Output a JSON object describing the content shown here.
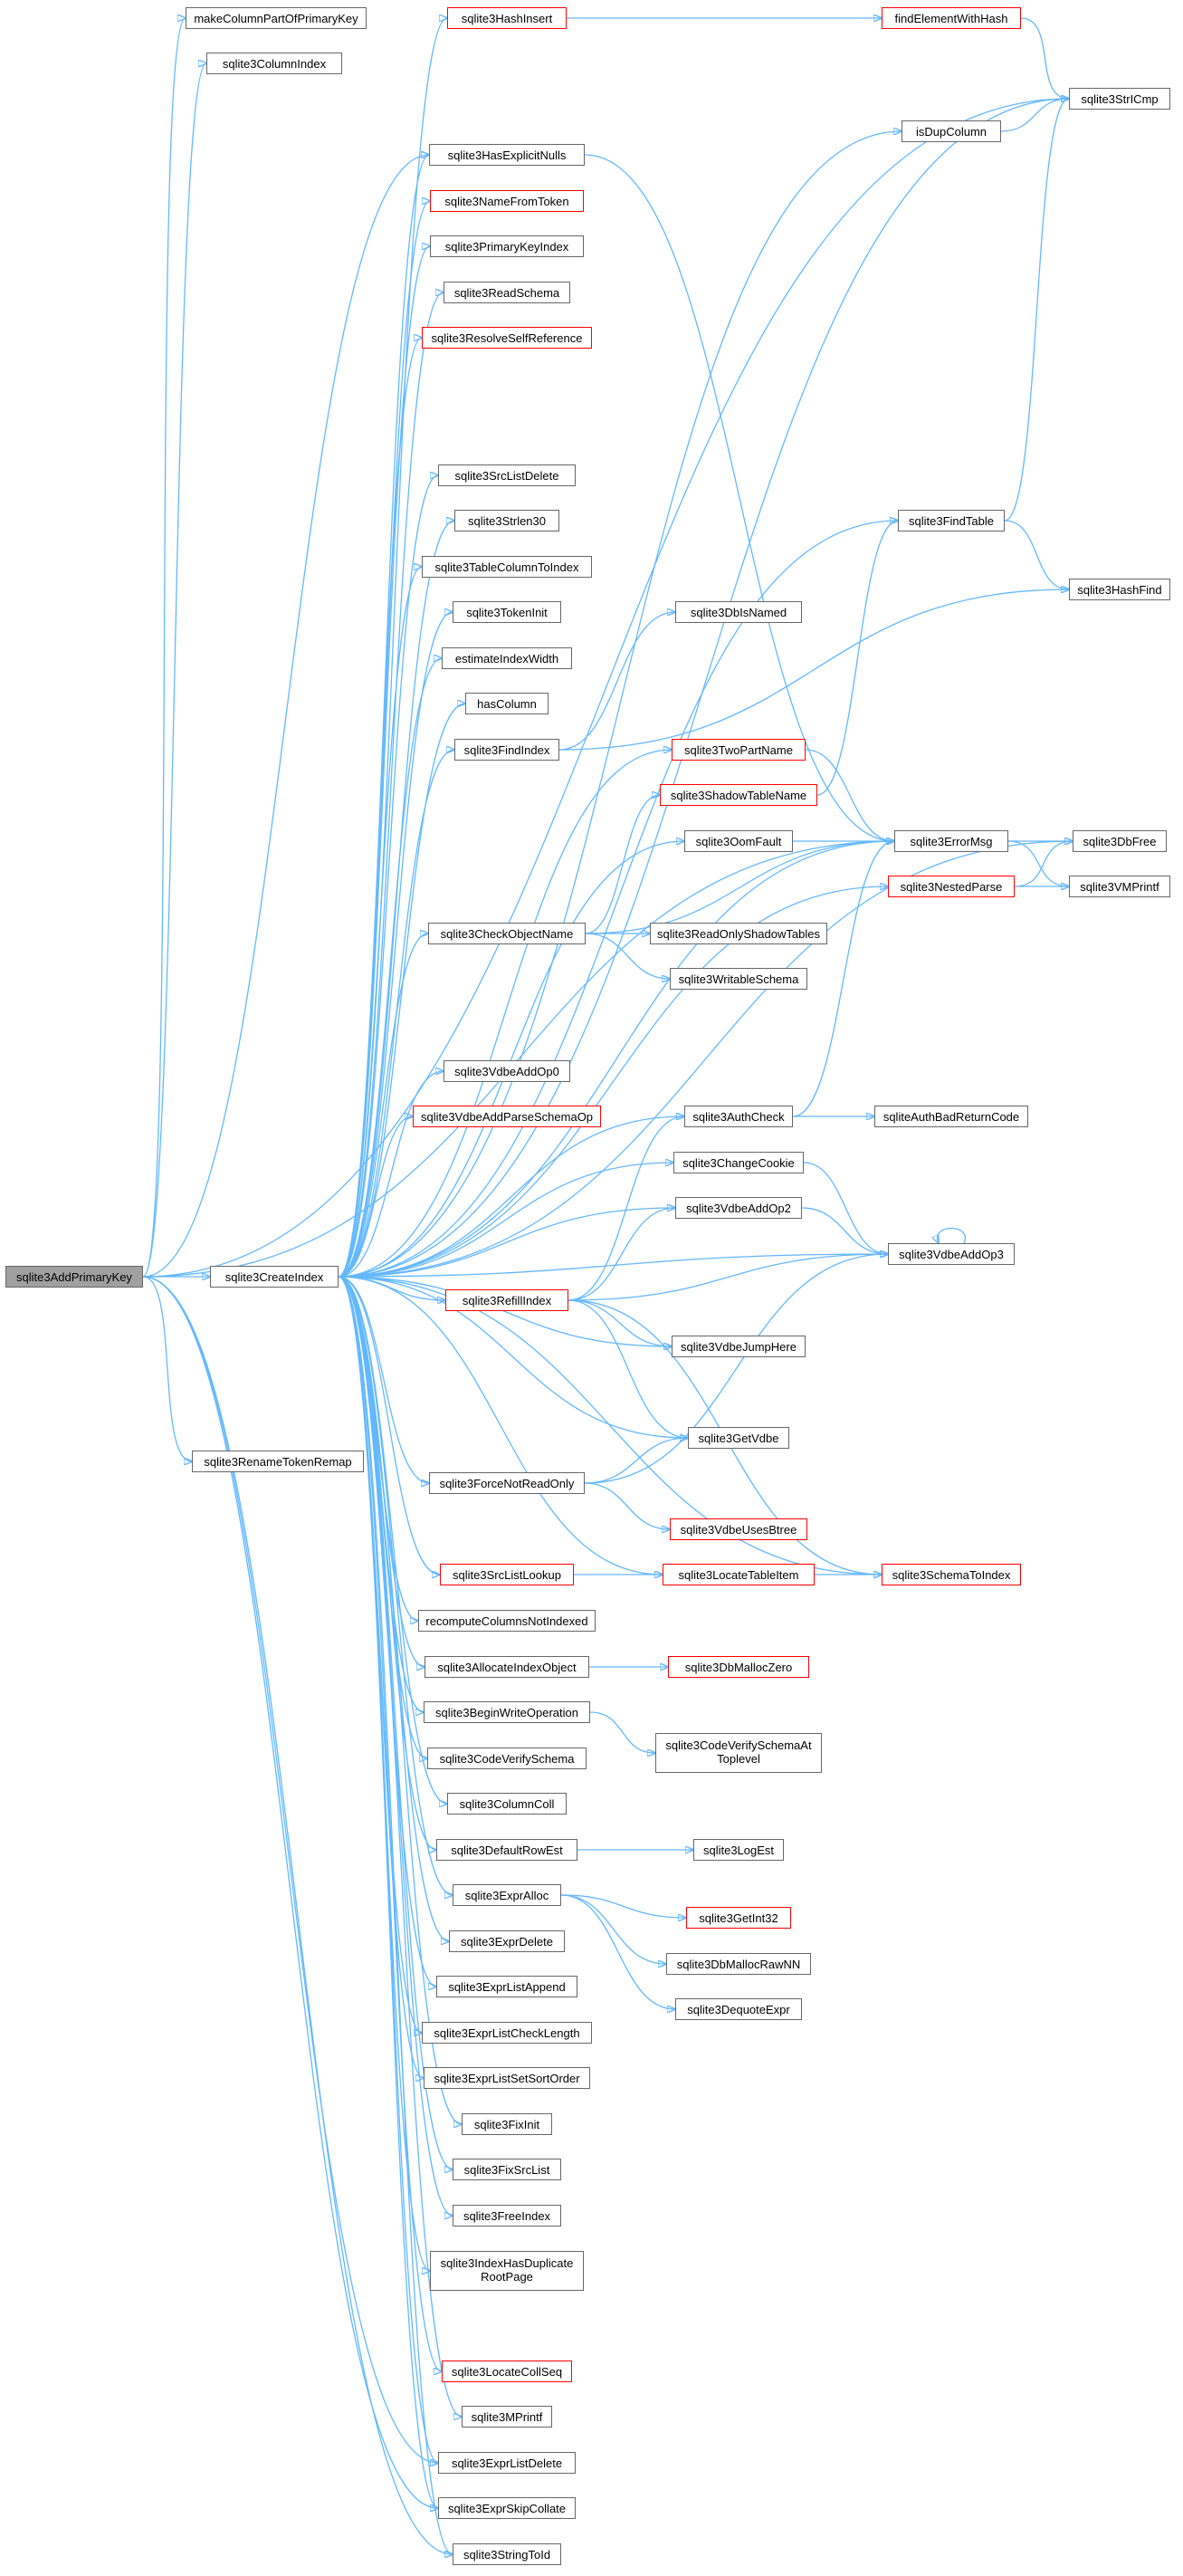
{
  "graph": {
    "colors": {
      "edge": "#63b8ff",
      "node_border": "#666666",
      "truncated_border": "#ff0000",
      "root_fill": "#a0a0a0"
    },
    "root": "sqlite3AddPrimaryKey",
    "nodes": {
      "n_root": {
        "label": "sqlite3AddPrimaryKey",
        "truncated": false,
        "root": true
      },
      "n_makeCol": {
        "label": "makeColumnPartOfPrimaryKey",
        "truncated": false
      },
      "n_colIndex": {
        "label": "sqlite3ColumnIndex",
        "truncated": false
      },
      "n_createIndex": {
        "label": "sqlite3CreateIndex",
        "truncated": false
      },
      "n_renameToken": {
        "label": "sqlite3RenameTokenRemap",
        "truncated": false
      },
      "n_hashInsert": {
        "label": "sqlite3HashInsert",
        "truncated": true
      },
      "n_findElem": {
        "label": "findElementWithHash",
        "truncated": true
      },
      "n_strICmp": {
        "label": "sqlite3StrICmp",
        "truncated": false
      },
      "n_isDupColumn": {
        "label": "isDupColumn",
        "truncated": false
      },
      "n_hasExplicitNulls": {
        "label": "sqlite3HasExplicitNulls",
        "truncated": false
      },
      "n_nameFromToken": {
        "label": "sqlite3NameFromToken",
        "truncated": true
      },
      "n_pkIndex": {
        "label": "sqlite3PrimaryKeyIndex",
        "truncated": false
      },
      "n_readSchema": {
        "label": "sqlite3ReadSchema",
        "truncated": false
      },
      "n_resolveSelf": {
        "label": "sqlite3ResolveSelfReference",
        "truncated": true
      },
      "n_srcListDelete": {
        "label": "sqlite3SrcListDelete",
        "truncated": false
      },
      "n_strlen30": {
        "label": "sqlite3Strlen30",
        "truncated": false
      },
      "n_tableColToIndex": {
        "label": "sqlite3TableColumnToIndex",
        "truncated": false
      },
      "n_tokenInit": {
        "label": "sqlite3TokenInit",
        "truncated": false
      },
      "n_estimateIndexWidth": {
        "label": "estimateIndexWidth",
        "truncated": false
      },
      "n_hasColumn": {
        "label": "hasColumn",
        "truncated": false
      },
      "n_findIndex": {
        "label": "sqlite3FindIndex",
        "truncated": false
      },
      "n_findTable": {
        "label": "sqlite3FindTable",
        "truncated": false
      },
      "n_hashFind": {
        "label": "sqlite3HashFind",
        "truncated": false
      },
      "n_dbIsNamed": {
        "label": "sqlite3DbIsNamed",
        "truncated": false
      },
      "n_twoPartName": {
        "label": "sqlite3TwoPartName",
        "truncated": true
      },
      "n_shadowTableName": {
        "label": "sqlite3ShadowTableName",
        "truncated": true
      },
      "n_errorMsg": {
        "label": "sqlite3ErrorMsg",
        "truncated": false
      },
      "n_dbFree": {
        "label": "sqlite3DbFree",
        "truncated": false
      },
      "n_oomFault": {
        "label": "sqlite3OomFault",
        "truncated": false
      },
      "n_nestedParse": {
        "label": "sqlite3NestedParse",
        "truncated": true
      },
      "n_vmprintf": {
        "label": "sqlite3VMPrintf",
        "truncated": false
      },
      "n_checkObjectName": {
        "label": "sqlite3CheckObjectName",
        "truncated": false
      },
      "n_readOnlyShadow": {
        "label": "sqlite3ReadOnlyShadowTables",
        "truncated": false
      },
      "n_writableSchema": {
        "label": "sqlite3WritableSchema",
        "truncated": false
      },
      "n_vdbeAddOp0": {
        "label": "sqlite3VdbeAddOp0",
        "truncated": false
      },
      "n_vdbeAddParseSchemaOp": {
        "label": "sqlite3VdbeAddParseSchemaOp",
        "truncated": true
      },
      "n_authCheck": {
        "label": "sqlite3AuthCheck",
        "truncated": false
      },
      "n_authBadReturn": {
        "label": "sqliteAuthBadReturnCode",
        "truncated": false
      },
      "n_changeCookie": {
        "label": "sqlite3ChangeCookie",
        "truncated": false
      },
      "n_vdbeAddOp2": {
        "label": "sqlite3VdbeAddOp2",
        "truncated": false
      },
      "n_vdbeAddOp3": {
        "label": "sqlite3VdbeAddOp3",
        "truncated": false
      },
      "n_refillIndex": {
        "label": "sqlite3RefillIndex",
        "truncated": true
      },
      "n_vdbeJumpHere": {
        "label": "sqlite3VdbeJumpHere",
        "truncated": false
      },
      "n_getVdbe": {
        "label": "sqlite3GetVdbe",
        "truncated": false
      },
      "n_forceNotReadOnly": {
        "label": "sqlite3ForceNotReadOnly",
        "truncated": false
      },
      "n_vdbeUsesBtree": {
        "label": "sqlite3VdbeUsesBtree",
        "truncated": true
      },
      "n_schemaToIndex": {
        "label": "sqlite3SchemaToIndex",
        "truncated": true
      },
      "n_srcListLookup": {
        "label": "sqlite3SrcListLookup",
        "truncated": true
      },
      "n_locateTableItem": {
        "label": "sqlite3LocateTableItem",
        "truncated": true
      },
      "n_recompute": {
        "label": "recomputeColumnsNotIndexed",
        "truncated": false
      },
      "n_allocIndexObj": {
        "label": "sqlite3AllocateIndexObject",
        "truncated": false
      },
      "n_dbMallocZero": {
        "label": "sqlite3DbMallocZero",
        "truncated": true
      },
      "n_beginWrite": {
        "label": "sqlite3BeginWriteOperation",
        "truncated": false
      },
      "n_codeVerifyAt": {
        "label": "sqlite3CodeVerifySchemaAtToplevel",
        "truncated": false,
        "lines": [
          "sqlite3CodeVerifySchemaAt",
          "Toplevel"
        ]
      },
      "n_codeVerify": {
        "label": "sqlite3CodeVerifySchema",
        "truncated": false
      },
      "n_columnColl": {
        "label": "sqlite3ColumnColl",
        "truncated": false
      },
      "n_defaultRowEst": {
        "label": "sqlite3DefaultRowEst",
        "truncated": false
      },
      "n_logEst": {
        "label": "sqlite3LogEst",
        "truncated": false
      },
      "n_exprAlloc": {
        "label": "sqlite3ExprAlloc",
        "truncated": false
      },
      "n_getInt32": {
        "label": "sqlite3GetInt32",
        "truncated": true
      },
      "n_dbMallocRawNN": {
        "label": "sqlite3DbMallocRawNN",
        "truncated": false
      },
      "n_dequoteExpr": {
        "label": "sqlite3DequoteExpr",
        "truncated": false
      },
      "n_exprDelete": {
        "label": "sqlite3ExprDelete",
        "truncated": false
      },
      "n_exprListAppend": {
        "label": "sqlite3ExprListAppend",
        "truncated": false
      },
      "n_exprListCheckLength": {
        "label": "sqlite3ExprListCheckLength",
        "truncated": false
      },
      "n_exprListSetSortOrder": {
        "label": "sqlite3ExprListSetSortOrder",
        "truncated": false
      },
      "n_fixInit": {
        "label": "sqlite3FixInit",
        "truncated": false
      },
      "n_fixSrcList": {
        "label": "sqlite3FixSrcList",
        "truncated": false
      },
      "n_freeIndex": {
        "label": "sqlite3FreeIndex",
        "truncated": false
      },
      "n_indexHasDupRoot": {
        "label": "sqlite3IndexHasDuplicateRootPage",
        "truncated": false,
        "lines": [
          "sqlite3IndexHasDuplicate",
          "RootPage"
        ]
      },
      "n_locateCollSeq": {
        "label": "sqlite3LocateCollSeq",
        "truncated": true
      },
      "n_mprintf": {
        "label": "sqlite3MPrintf",
        "truncated": false
      },
      "n_exprListDelete": {
        "label": "sqlite3ExprListDelete",
        "truncated": false
      },
      "n_exprSkipCollate": {
        "label": "sqlite3ExprSkipCollate",
        "truncated": false
      },
      "n_stringToId": {
        "label": "sqlite3StringToId",
        "truncated": false
      }
    },
    "edges": [
      [
        "n_root",
        "n_makeCol"
      ],
      [
        "n_root",
        "n_colIndex"
      ],
      [
        "n_root",
        "n_strICmp"
      ],
      [
        "n_root",
        "n_errorMsg"
      ],
      [
        "n_root",
        "n_createIndex"
      ],
      [
        "n_root",
        "n_renameToken"
      ],
      [
        "n_root",
        "n_hasExplicitNulls"
      ],
      [
        "n_root",
        "n_exprListDelete"
      ],
      [
        "n_root",
        "n_exprSkipCollate"
      ],
      [
        "n_root",
        "n_stringToId"
      ],
      [
        "n_hashInsert",
        "n_findElem"
      ],
      [
        "n_findElem",
        "n_strICmp"
      ],
      [
        "n_isDupColumn",
        "n_strICmp"
      ],
      [
        "n_hasExplicitNulls",
        "n_errorMsg"
      ],
      [
        "n_findTable",
        "n_strICmp"
      ],
      [
        "n_findTable",
        "n_hashFind"
      ],
      [
        "n_findIndex",
        "n_dbIsNamed"
      ],
      [
        "n_findIndex",
        "n_hashFind"
      ],
      [
        "n_twoPartName",
        "n_errorMsg"
      ],
      [
        "n_shadowTableName",
        "n_findTable"
      ],
      [
        "n_errorMsg",
        "n_dbFree"
      ],
      [
        "n_errorMsg",
        "n_vmprintf"
      ],
      [
        "n_oomFault",
        "n_errorMsg"
      ],
      [
        "n_nestedParse",
        "n_dbFree"
      ],
      [
        "n_nestedParse",
        "n_vmprintf"
      ],
      [
        "n_checkObjectName",
        "n_shadowTableName"
      ],
      [
        "n_checkObjectName",
        "n_errorMsg"
      ],
      [
        "n_checkObjectName",
        "n_readOnlyShadow"
      ],
      [
        "n_checkObjectName",
        "n_writableSchema"
      ],
      [
        "n_authCheck",
        "n_authBadReturn"
      ],
      [
        "n_authCheck",
        "n_errorMsg"
      ],
      [
        "n_changeCookie",
        "n_vdbeAddOp3"
      ],
      [
        "n_vdbeAddOp2",
        "n_vdbeAddOp3"
      ],
      [
        "n_vdbeAddOp3",
        "n_vdbeAddOp3"
      ],
      [
        "n_refillIndex",
        "n_authCheck"
      ],
      [
        "n_refillIndex",
        "n_vdbeAddOp2"
      ],
      [
        "n_refillIndex",
        "n_vdbeAddOp3"
      ],
      [
        "n_refillIndex",
        "n_vdbeJumpHere"
      ],
      [
        "n_refillIndex",
        "n_getVdbe"
      ],
      [
        "n_refillIndex",
        "n_schemaToIndex"
      ],
      [
        "n_forceNotReadOnly",
        "n_getVdbe"
      ],
      [
        "n_forceNotReadOnly",
        "n_vdbeAddOp3"
      ],
      [
        "n_forceNotReadOnly",
        "n_vdbeUsesBtree"
      ],
      [
        "n_srcListLookup",
        "n_locateTableItem"
      ],
      [
        "n_locateTableItem",
        "n_schemaToIndex"
      ],
      [
        "n_allocIndexObj",
        "n_dbMallocZero"
      ],
      [
        "n_beginWrite",
        "n_codeVerifyAt"
      ],
      [
        "n_defaultRowEst",
        "n_logEst"
      ],
      [
        "n_exprAlloc",
        "n_getInt32"
      ],
      [
        "n_exprAlloc",
        "n_dbMallocRawNN"
      ],
      [
        "n_exprAlloc",
        "n_dequoteExpr"
      ],
      [
        "n_createIndex",
        "n_hashInsert"
      ],
      [
        "n_createIndex",
        "n_strICmp"
      ],
      [
        "n_createIndex",
        "n_isDupColumn"
      ],
      [
        "n_createIndex",
        "n_hasExplicitNulls"
      ],
      [
        "n_createIndex",
        "n_nameFromToken"
      ],
      [
        "n_createIndex",
        "n_pkIndex"
      ],
      [
        "n_createIndex",
        "n_readSchema"
      ],
      [
        "n_createIndex",
        "n_resolveSelf"
      ],
      [
        "n_createIndex",
        "n_findTable"
      ],
      [
        "n_createIndex",
        "n_srcListDelete"
      ],
      [
        "n_createIndex",
        "n_strlen30"
      ],
      [
        "n_createIndex",
        "n_tableColToIndex"
      ],
      [
        "n_createIndex",
        "n_tokenInit"
      ],
      [
        "n_createIndex",
        "n_estimateIndexWidth"
      ],
      [
        "n_createIndex",
        "n_hasColumn"
      ],
      [
        "n_createIndex",
        "n_findIndex"
      ],
      [
        "n_createIndex",
        "n_dbFree"
      ],
      [
        "n_createIndex",
        "n_twoPartName"
      ],
      [
        "n_createIndex",
        "n_oomFault"
      ],
      [
        "n_createIndex",
        "n_errorMsg"
      ],
      [
        "n_createIndex",
        "n_checkObjectName"
      ],
      [
        "n_createIndex",
        "n_vdbeAddOp0"
      ],
      [
        "n_createIndex",
        "n_vdbeAddParseSchemaOp"
      ],
      [
        "n_createIndex",
        "n_nestedParse"
      ],
      [
        "n_createIndex",
        "n_authCheck"
      ],
      [
        "n_createIndex",
        "n_changeCookie"
      ],
      [
        "n_createIndex",
        "n_vdbeAddOp2"
      ],
      [
        "n_createIndex",
        "n_refillIndex"
      ],
      [
        "n_createIndex",
        "n_vdbeJumpHere"
      ],
      [
        "n_createIndex",
        "n_vdbeAddOp3"
      ],
      [
        "n_createIndex",
        "n_getVdbe"
      ],
      [
        "n_createIndex",
        "n_forceNotReadOnly"
      ],
      [
        "n_createIndex",
        "n_schemaToIndex"
      ],
      [
        "n_createIndex",
        "n_srcListLookup"
      ],
      [
        "n_createIndex",
        "n_locateTableItem"
      ],
      [
        "n_createIndex",
        "n_recompute"
      ],
      [
        "n_createIndex",
        "n_allocIndexObj"
      ],
      [
        "n_createIndex",
        "n_beginWrite"
      ],
      [
        "n_createIndex",
        "n_codeVerify"
      ],
      [
        "n_createIndex",
        "n_columnColl"
      ],
      [
        "n_createIndex",
        "n_defaultRowEst"
      ],
      [
        "n_createIndex",
        "n_exprAlloc"
      ],
      [
        "n_createIndex",
        "n_exprDelete"
      ],
      [
        "n_createIndex",
        "n_exprListAppend"
      ],
      [
        "n_createIndex",
        "n_exprListCheckLength"
      ],
      [
        "n_createIndex",
        "n_exprListSetSortOrder"
      ],
      [
        "n_createIndex",
        "n_fixInit"
      ],
      [
        "n_createIndex",
        "n_fixSrcList"
      ],
      [
        "n_createIndex",
        "n_freeIndex"
      ],
      [
        "n_createIndex",
        "n_indexHasDupRoot"
      ],
      [
        "n_createIndex",
        "n_locateCollSeq"
      ],
      [
        "n_createIndex",
        "n_mprintf"
      ],
      [
        "n_createIndex",
        "n_exprListDelete"
      ],
      [
        "n_createIndex",
        "n_exprSkipCollate"
      ],
      [
        "n_createIndex",
        "n_stringToId"
      ]
    ]
  }
}
